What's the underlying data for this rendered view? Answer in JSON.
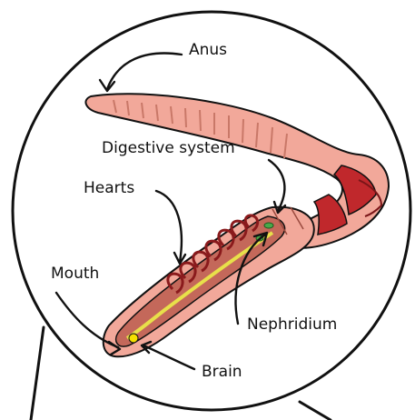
{
  "diagram": {
    "labels": {
      "anus": "Anus",
      "digestive_system": "Digestive system",
      "hearts": "Hearts",
      "mouth": "Mouth",
      "nephridium": "Nephridium",
      "brain": "Brain"
    },
    "colors": {
      "skin": "#f2a89a",
      "skin_dark": "#d9887a",
      "muscle_red": "#c0282c",
      "internal": "#c4685a",
      "gut_yellow": "#e8e04a",
      "nephridium_green": "#4aa84a",
      "brain_yellow": "#f5e000",
      "ink": "#111111"
    }
  }
}
